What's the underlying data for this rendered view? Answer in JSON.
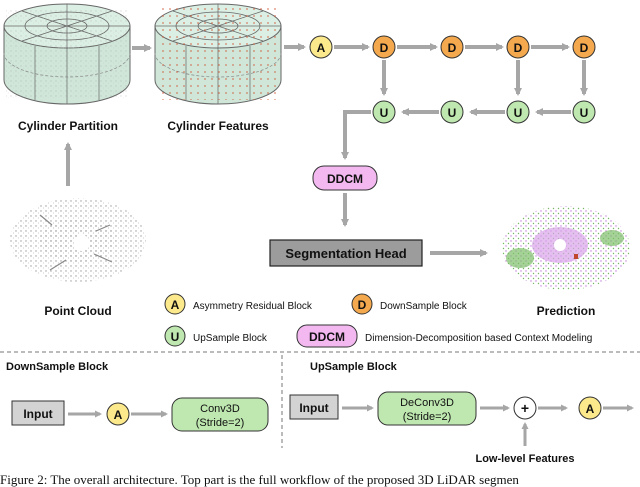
{
  "labels": {
    "cylinder_partition": "Cylinder Partition",
    "cylinder_features": "Cylinder Features",
    "point_cloud": "Point Cloud",
    "prediction": "Prediction",
    "seg_head": "Segmentation Head",
    "ddcm": "DDCM"
  },
  "nodes": {
    "a": "A",
    "d": "D",
    "u": "U"
  },
  "legend": {
    "a_label": "Asymmetry Residual Block",
    "d_label": "DownSample Block",
    "u_label": "UpSample Block",
    "ddcm_label": "Dimension-Decomposition based Context Modeling"
  },
  "downsample_block": {
    "title": "DownSample Block",
    "input": "Input",
    "node": "A",
    "conv_line1": "Conv3D",
    "conv_line2": "(Stride=2)"
  },
  "upsample_block": {
    "title": "UpSample Block",
    "input": "Input",
    "deconv_line1": "DeConv3D",
    "deconv_line2": "(Stride=2)",
    "plus": "+",
    "node": "A",
    "lowlevel": "Low-level Features"
  },
  "caption": "Figure 2: The overall architecture. Top part is the full workflow of the proposed 3D LiDAR segmen",
  "colors": {
    "a_fill": "#fbe98c",
    "d_fill": "#f5a94e",
    "u_fill": "#bfe8b0",
    "ddcm_fill": "#f3b8ef",
    "seghead_fill": "#9c9c9c",
    "arrow": "#a6a6a6",
    "cylinder_fill": "#cfe6d9",
    "cylinder_stroke": "#666666",
    "conv_fill": "#bfe8b0"
  }
}
